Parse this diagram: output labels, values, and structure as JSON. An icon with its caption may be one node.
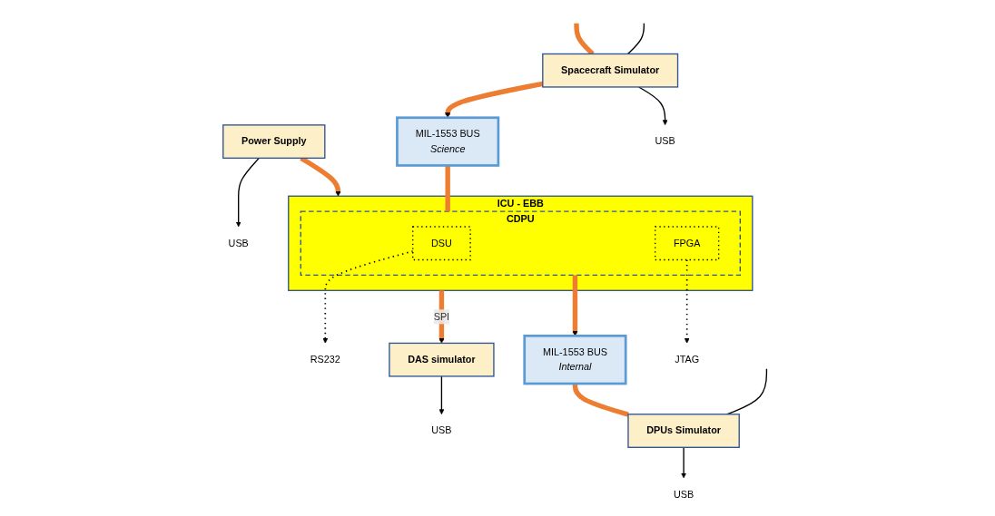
{
  "diagram": {
    "nodes": [
      {
        "text": [
          "Power Supply"
        ]
      },
      {
        "text": [
          "USB"
        ]
      },
      {
        "text": [
          "ICU - EBB"
        ]
      },
      {
        "text": [
          "CDPU"
        ],
        "in": 2
      },
      {
        "text": [
          "DSU"
        ],
        "in": 3
      },
      {
        "text": [
          "FPGA"
        ],
        "in": 3
      },
      {
        "text": [
          "MIL-1553 BUS",
          "Internal"
        ]
      },
      {
        "text": [
          "DPUs Simulator"
        ]
      },
      {
        "text": [
          "MIL-1553 BUS",
          "Science"
        ]
      },
      {
        "text": [
          "Spacecraft Simulator"
        ]
      },
      {
        "text": [
          "DAS simulator"
        ]
      },
      {
        "text": [
          "USB"
        ]
      },
      {
        "text": [
          "RS232"
        ]
      },
      {
        "text": [
          "USB"
        ]
      },
      {
        "text": [
          "JTAG"
        ]
      },
      {
        "text": [
          "USB"
        ]
      }
    ],
    "edges": [
      {
        "from": 0,
        "to": 1,
        "arrow": "to"
      },
      {
        "from": 0,
        "to": 2,
        "arrow": "to",
        "style": "thick",
        "color": "#ed7d31"
      },
      {
        "from": 2,
        "to": 10,
        "arrow": "to",
        "label": "SPI",
        "style": "thick",
        "color": "#ed7d31"
      },
      {
        "from": 3,
        "to": 6,
        "arrow": "to",
        "style": "thick",
        "color": "#ed7d31"
      },
      {
        "from": 6,
        "to": 7,
        "arrow": "none",
        "style": "thick",
        "color": "#ed7d31"
      },
      {
        "from": null,
        "to": 9,
        "arrow": "none",
        "style": "thick",
        "color": "#ed7d31"
      },
      {
        "from": 9,
        "to": 8,
        "arrow": "to",
        "style": "thick",
        "color": "#ed7d31"
      },
      {
        "from": 8,
        "to": 3,
        "arrow": "none",
        "style": "thick",
        "color": "#ed7d31"
      },
      {
        "from": null,
        "to": 7,
        "arrow": "none"
      },
      {
        "from": 7,
        "to": 11,
        "arrow": "to"
      },
      {
        "from": null,
        "to": 9,
        "arrow": "none"
      },
      {
        "from": 9,
        "to": 15,
        "arrow": "to"
      },
      {
        "from": 4,
        "to": 12,
        "arrow": "to",
        "style": "dashed"
      },
      {
        "from": 5,
        "to": 14,
        "arrow": "to",
        "style": "dashed"
      },
      {
        "from": 10,
        "to": 13,
        "arrow": "to"
      }
    ]
  }
}
